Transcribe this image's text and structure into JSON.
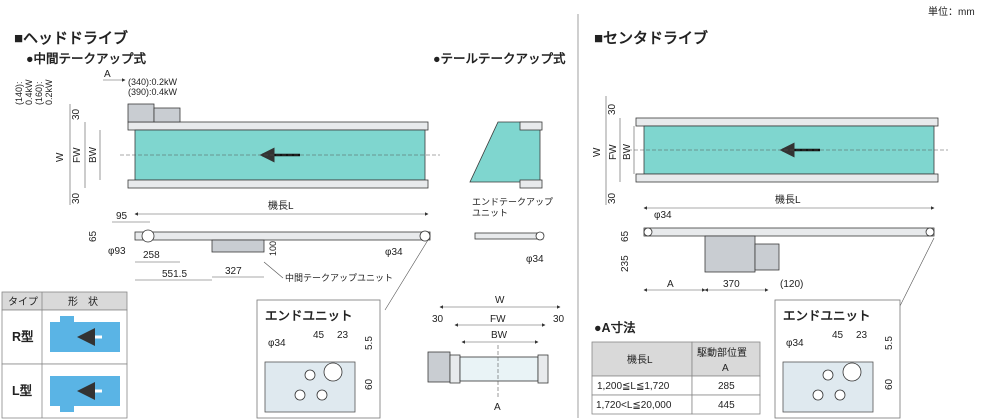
{
  "unit_label": "単位：mm",
  "head_drive": {
    "title": "■ヘッドドライブ",
    "middle_takeup": "●中間テークアップ式",
    "tail_takeup": "●テールテークアップ式",
    "motor_notes": [
      "(340):0.2kW",
      "(390):0.4kW"
    ],
    "motor_notes_left": [
      "(140):",
      "0.4kW",
      "(160):",
      "0.2kW"
    ],
    "dim_A": "A",
    "dim_30_top": "30",
    "dim_30_bottom": "30",
    "dim_W": "W",
    "dim_FW": "FW",
    "dim_BW": "BW",
    "machine_length": "機長L",
    "dim_95": "95",
    "dim_65": "65",
    "dim_phi93": "φ93",
    "dim_258": "258",
    "dim_551_5": "551.5",
    "dim_327": "327",
    "dim_100": "100",
    "dim_phi34": "φ34",
    "middle_takeup_unit": "中間テークアップユニット",
    "end_takeup_unit": [
      "エンドテークアップ",
      "ユニット"
    ],
    "dim_phi34_b": "φ34",
    "cross_W": "W",
    "cross_30a": "30",
    "cross_30b": "30",
    "cross_FW": "FW",
    "cross_BW": "BW",
    "cross_A": "A"
  },
  "end_unit_left": {
    "title": "エンドユニット",
    "phi": "φ34",
    "d45": "45",
    "d23": "23",
    "d5_5": "5.5",
    "d60": "60"
  },
  "type_table": {
    "headers": [
      "タイプ",
      "形　状"
    ],
    "rows": [
      "R型",
      "L型"
    ]
  },
  "center_drive": {
    "title": "■センタドライブ",
    "dim_30_top": "30",
    "dim_30_bottom": "30",
    "dim_W": "W",
    "dim_FW": "FW",
    "dim_BW": "BW",
    "machine_length": "機長L",
    "dim_phi34": "φ34",
    "dim_65": "65",
    "dim_235": "235",
    "dim_A": "A",
    "dim_370": "370",
    "dim_120": "(120)"
  },
  "a_dimension": {
    "title": "●A寸法",
    "headers": [
      "機長L",
      "駆動部位置",
      "A"
    ],
    "rows": [
      {
        "length": "1,200≦L≦1,720",
        "a": "285"
      },
      {
        "length": "1,720<L≦20,000",
        "a": "445"
      }
    ]
  },
  "end_unit_right": {
    "title": "エンドユニット",
    "phi": "φ34",
    "d45": "45",
    "d23": "23",
    "d5_5": "5.5",
    "d60": "60"
  }
}
